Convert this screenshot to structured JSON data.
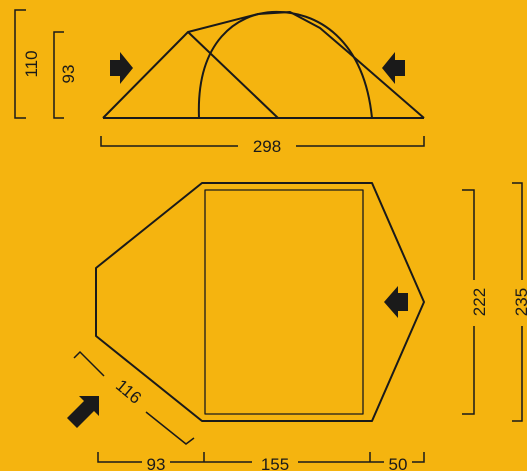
{
  "colors": {
    "background": "#f5b40f",
    "ink": "#1a1a1a"
  },
  "side_view": {
    "height_outer": "110",
    "height_inner": "93",
    "length": "298"
  },
  "floor_plan": {
    "vestibule_diagonal": "116",
    "vestibule_depth": "93",
    "inner_length": "155",
    "rear_depth": "50",
    "inner_width": "222",
    "outer_width": "235"
  },
  "icons": [
    "entrance-arrow-icon"
  ]
}
